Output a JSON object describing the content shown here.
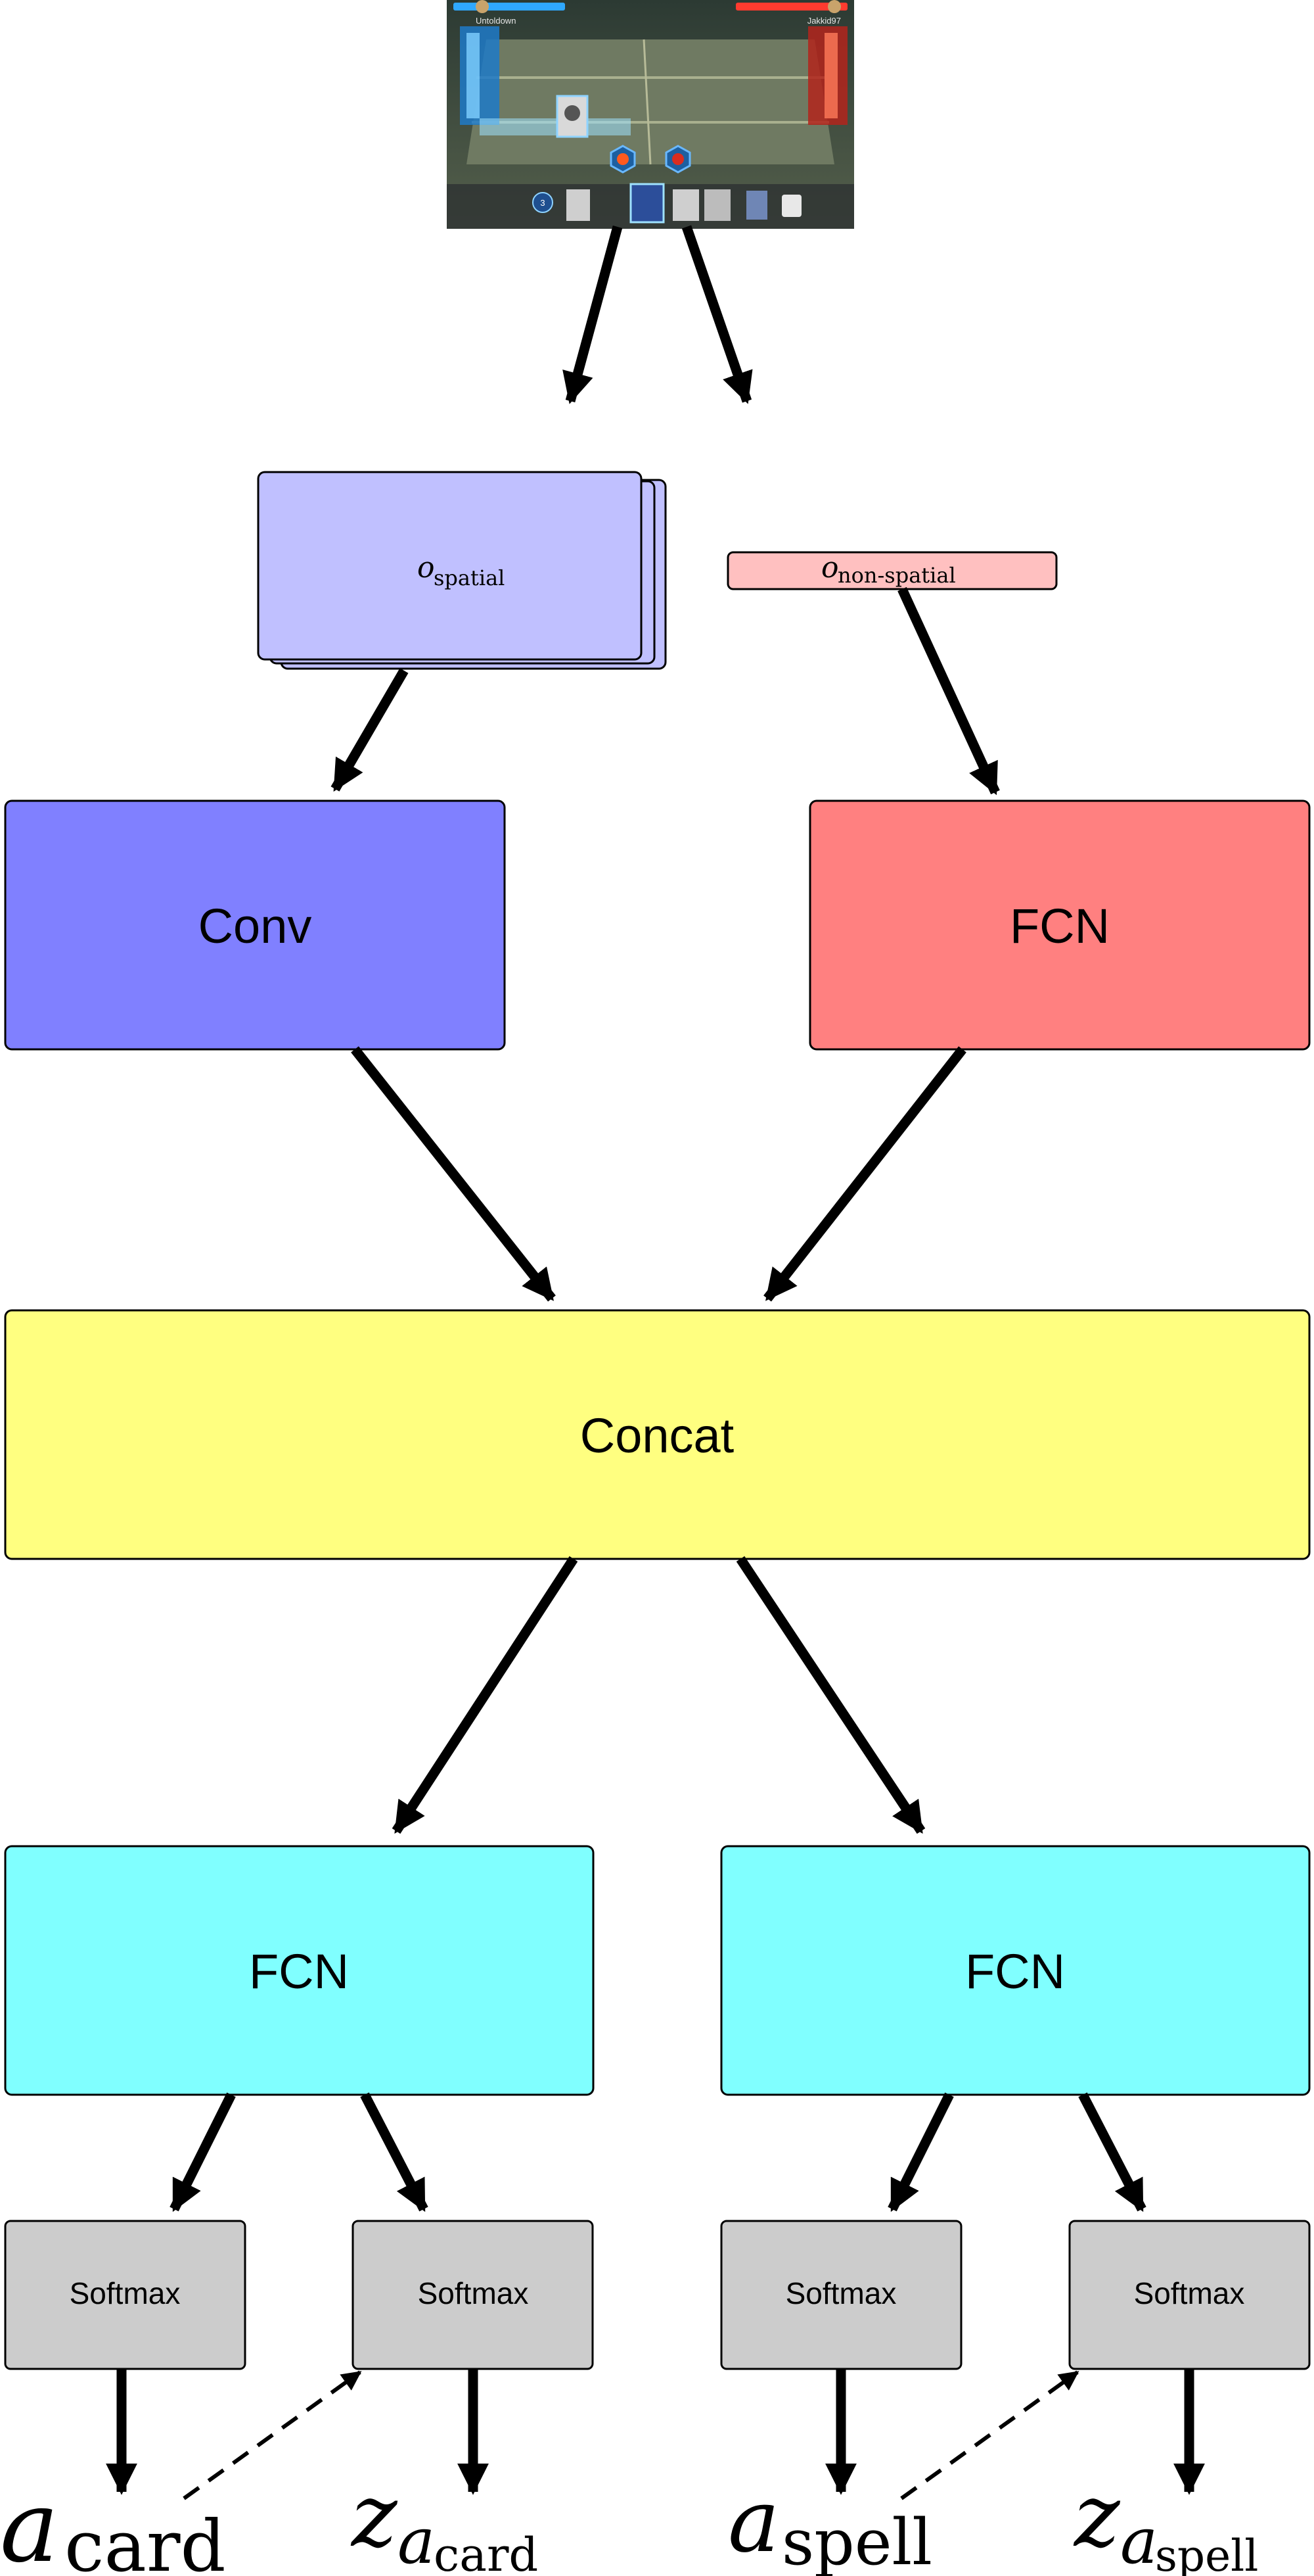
{
  "screenshot": {
    "sky_color": "#3d4a45",
    "board_color": "#6f7a62",
    "left_team_color": "#2fa8ff",
    "right_team_color": "#ff3b2f",
    "left_player": "Untoldown",
    "right_player": "Jakkid97",
    "mana_value": "3"
  },
  "nodes": {
    "obs_spatial": {
      "symbol": "o",
      "subscript": "spatial",
      "color": "#c0c0ff"
    },
    "obs_nonspatial": {
      "symbol": "o",
      "subscript": "non-spatial",
      "color": "#ffc0c0"
    },
    "conv": {
      "label": "Conv",
      "color": "#8080ff"
    },
    "fcn_top": {
      "label": "FCN",
      "color": "#ff8080"
    },
    "concat": {
      "label": "Concat",
      "color": "#ffff80"
    },
    "fcn_left": {
      "label": "FCN",
      "color": "#80ffff"
    },
    "fcn_right": {
      "label": "FCN",
      "color": "#80ffff"
    },
    "softmax_1": {
      "label": "Softmax",
      "color": "#cccccc"
    },
    "softmax_2": {
      "label": "Softmax",
      "color": "#cccccc"
    },
    "softmax_3": {
      "label": "Softmax",
      "color": "#cccccc"
    },
    "softmax_4": {
      "label": "Softmax",
      "color": "#cccccc"
    }
  },
  "outputs": {
    "a_card": {
      "symbol": "a",
      "subscript": "card"
    },
    "z_card": {
      "symbol": "z",
      "sub_symbol": "a",
      "subscript": "card"
    },
    "a_spell": {
      "symbol": "a",
      "subscript": "spell"
    },
    "z_spell": {
      "symbol": "z",
      "sub_symbol": "a",
      "subscript": "spell"
    }
  }
}
